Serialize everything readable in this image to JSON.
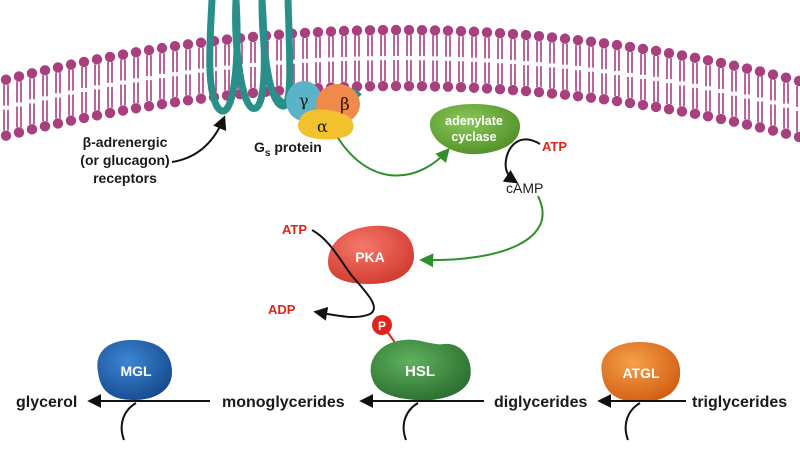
{
  "receptor": {
    "label_line1": "β-adrenergic",
    "label_line2": "(or glucagon)",
    "label_line3": "receptors"
  },
  "gprotein": {
    "label_prefix": "G",
    "label_sub": "s",
    "label_suffix": " protein",
    "alpha": "α",
    "beta": "β",
    "gamma": "γ"
  },
  "adenylate_cyclase": {
    "line1": "adenylate",
    "line2": "cyclase",
    "substrate": "ATP",
    "product": "cAMP"
  },
  "pka": {
    "label": "PKA",
    "substrate": "ATP",
    "product": "ADP",
    "phosphate": "P"
  },
  "enzymes": {
    "hsl": "HSL",
    "mgl": "MGL",
    "atgl": "ATGL"
  },
  "metabolites": {
    "glycerol": "glycerol",
    "monoglycerides": "monoglycerides",
    "diglycerides": "diglycerides",
    "triglycerides": "triglycerides"
  },
  "colors": {
    "membrane": "#a8407f",
    "receptor": "#2a8f8a",
    "gamma": "#5ab3c9",
    "beta": "#f08a4b",
    "alpha": "#f2c12e",
    "adenylate_cyclase": "#6bae3a",
    "pka": "#ec4b3f",
    "hsl": "#3a8a3f",
    "mgl": "#1f5fb0",
    "atgl": "#e9751d",
    "phosphate": "#e0241b",
    "green_arrow": "#2f8f2a",
    "red_text": "#e0241b"
  }
}
